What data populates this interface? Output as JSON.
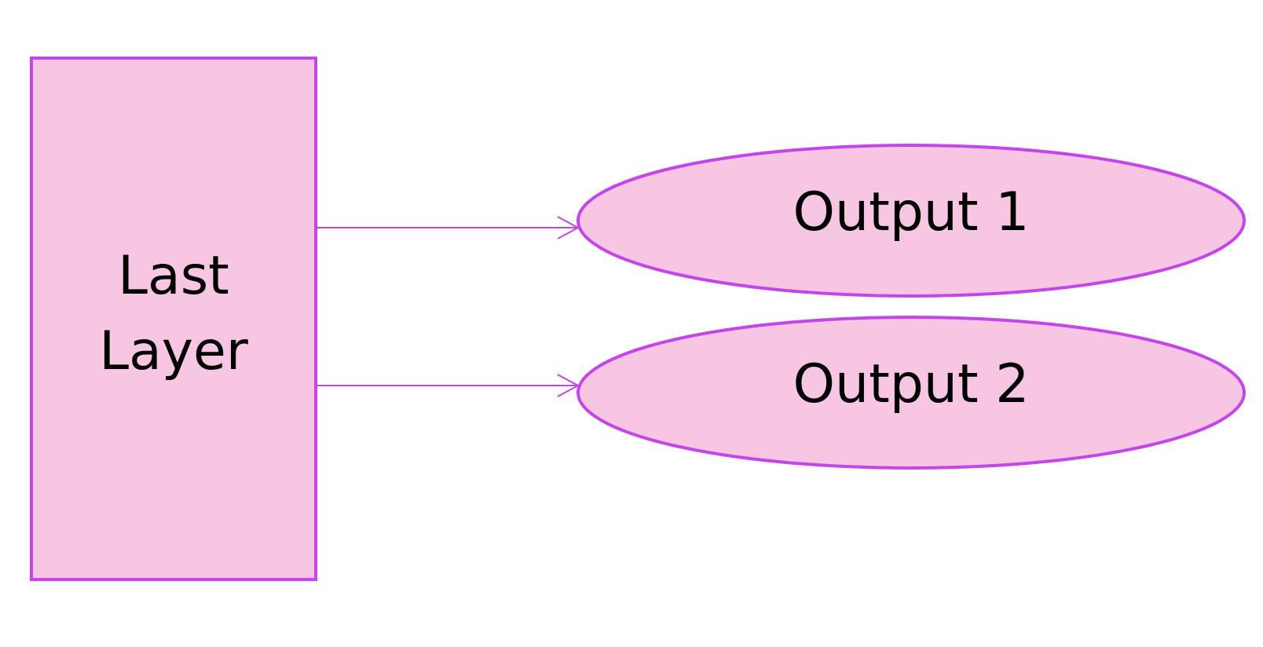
{
  "colors": {
    "node_fill": "#f7c6e3",
    "node_stroke": "#c545ea",
    "edge_stroke": "#c545ea",
    "text": "#000000",
    "background": "#ffffff"
  },
  "nodes": {
    "last_layer": {
      "shape": "rectangle",
      "label_line1": "Last",
      "label_line2": "Layer"
    },
    "output_1": {
      "shape": "ellipse",
      "label": "Output 1"
    },
    "output_2": {
      "shape": "ellipse",
      "label": "Output 2"
    }
  },
  "edges": [
    {
      "from": "last_layer",
      "to": "output_1",
      "arrowhead": "open"
    },
    {
      "from": "last_layer",
      "to": "output_2",
      "arrowhead": "open"
    }
  ]
}
